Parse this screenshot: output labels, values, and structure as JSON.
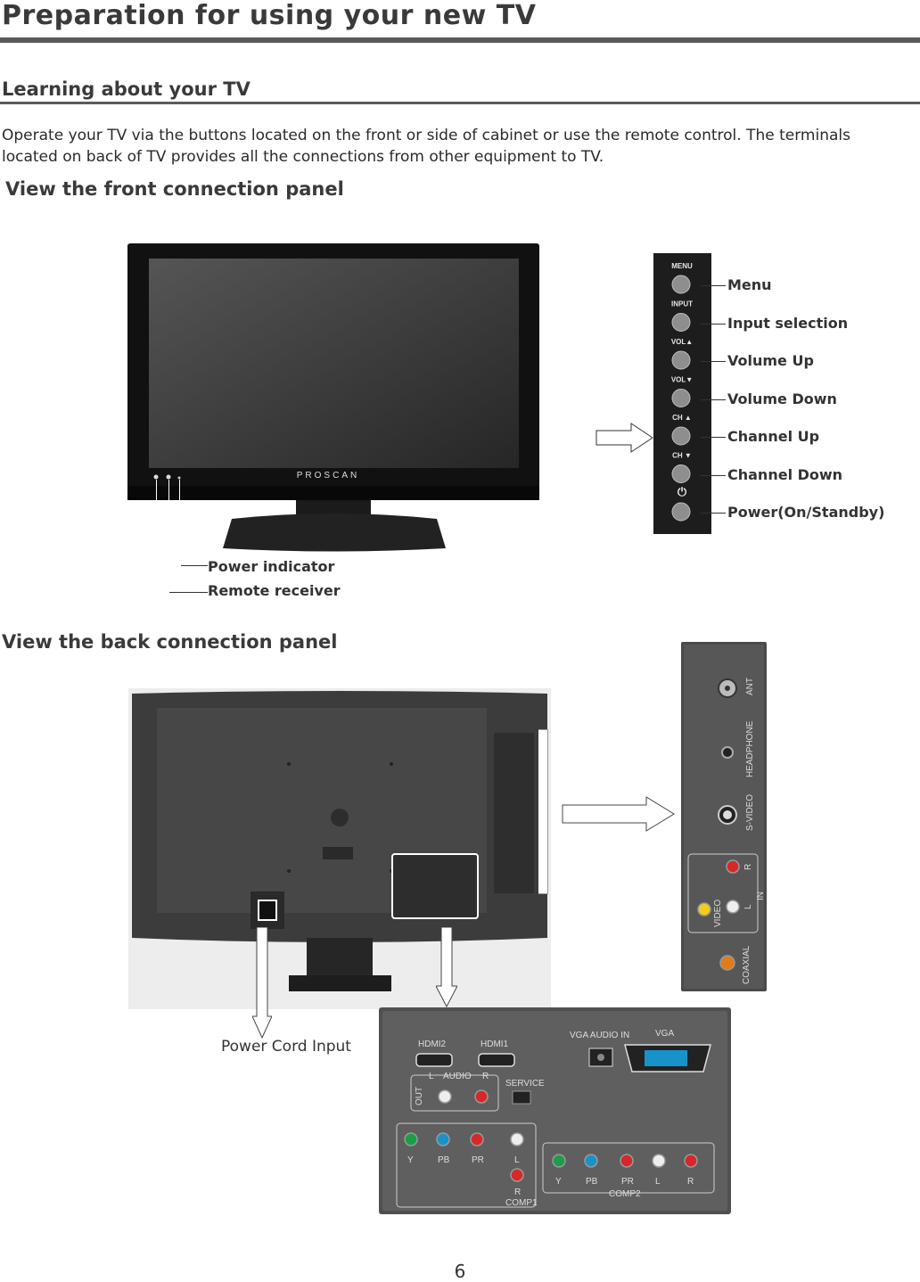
{
  "page_title": "Preparation for using your new TV",
  "section_heading": "Learning about your TV",
  "intro_text": "Operate your TV via the buttons located on the front or side of cabinet or use the remote control. The terminals located on back of TV provides all the connections from other equipment to TV.",
  "front": {
    "heading": "View the front connection panel",
    "brand": "PROSCAN",
    "panel_buttons": [
      "MENU",
      "INPUT",
      "VOL▲",
      "VOL▼",
      "CH ▲",
      "CH ▼",
      "⏻"
    ],
    "labels": [
      "Menu",
      "Input selection",
      "Volume Up",
      "Volume Down",
      "Channel Up",
      "Channel Down",
      "Power(On/Standby)"
    ],
    "power_indicator": "Power  indicator",
    "remote_receiver": "Remote receiver"
  },
  "back": {
    "heading": "View the back connection panel",
    "power_cord_input": "Power Cord Input",
    "side_panel": {
      "ant": "ANT",
      "headphone": "HEADPHONE",
      "svideo": "S-VIDEO",
      "r": "R",
      "l": "L",
      "in": "IN",
      "video": "VIDEO",
      "coaxial": "COAXIAL"
    },
    "rear_panel": {
      "hdmi2": "HDMI2",
      "hdmi1": "HDMI1",
      "vga_audio_in": "VGA AUDIO IN",
      "vga": "VGA",
      "audio": "AUDIO",
      "audio_l": "L",
      "audio_r": "R",
      "out": "OUT",
      "service": "SERVICE",
      "comp1_labels": [
        "Y",
        "PB",
        "PR",
        "L",
        "R"
      ],
      "comp1": "COMP1",
      "comp2_labels": [
        "Y",
        "PB",
        "PR",
        "L",
        "R"
      ],
      "comp2": "COMP2"
    }
  },
  "page_number": "6",
  "colors": {
    "rule": "#5b5b5b",
    "panel": "#2b2b2b",
    "green": "#1a9e4a",
    "blue": "#1793c9",
    "red": "#d62828",
    "white": "#eeeeee",
    "yellow": "#f2cc1b",
    "orange": "#e07a1c"
  }
}
